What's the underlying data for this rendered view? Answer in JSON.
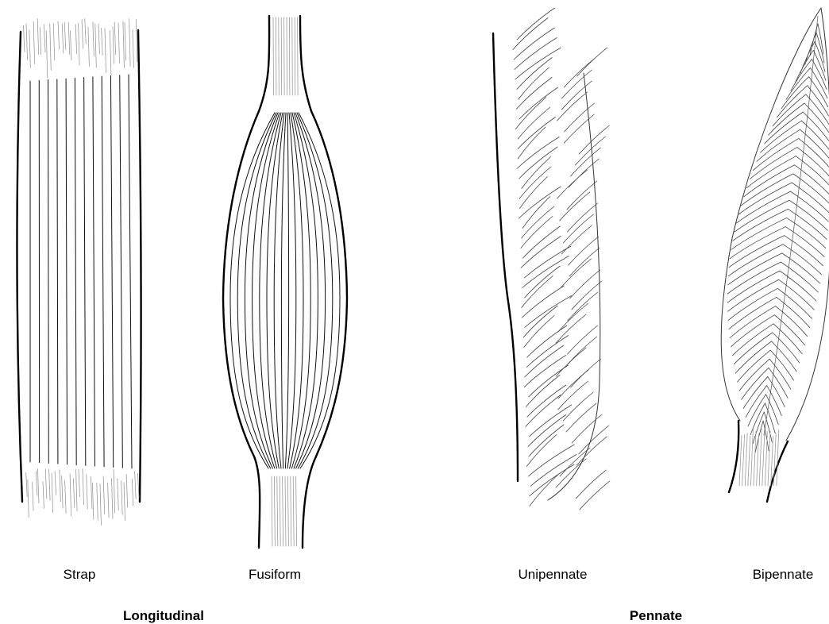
{
  "muscle_types": [
    {
      "key": "strap",
      "label": "Strap"
    },
    {
      "key": "fusiform",
      "label": "Fusiform"
    },
    {
      "key": "unipennate",
      "label": "Unipennate"
    },
    {
      "key": "bipennate",
      "label": "Bipennate"
    }
  ],
  "groups": {
    "longitudinal": "Longitudinal",
    "pennate": "Pennate"
  },
  "colors": {
    "outline": "#000000",
    "tendon": "#9a9a9a",
    "fiber": "#111111"
  }
}
